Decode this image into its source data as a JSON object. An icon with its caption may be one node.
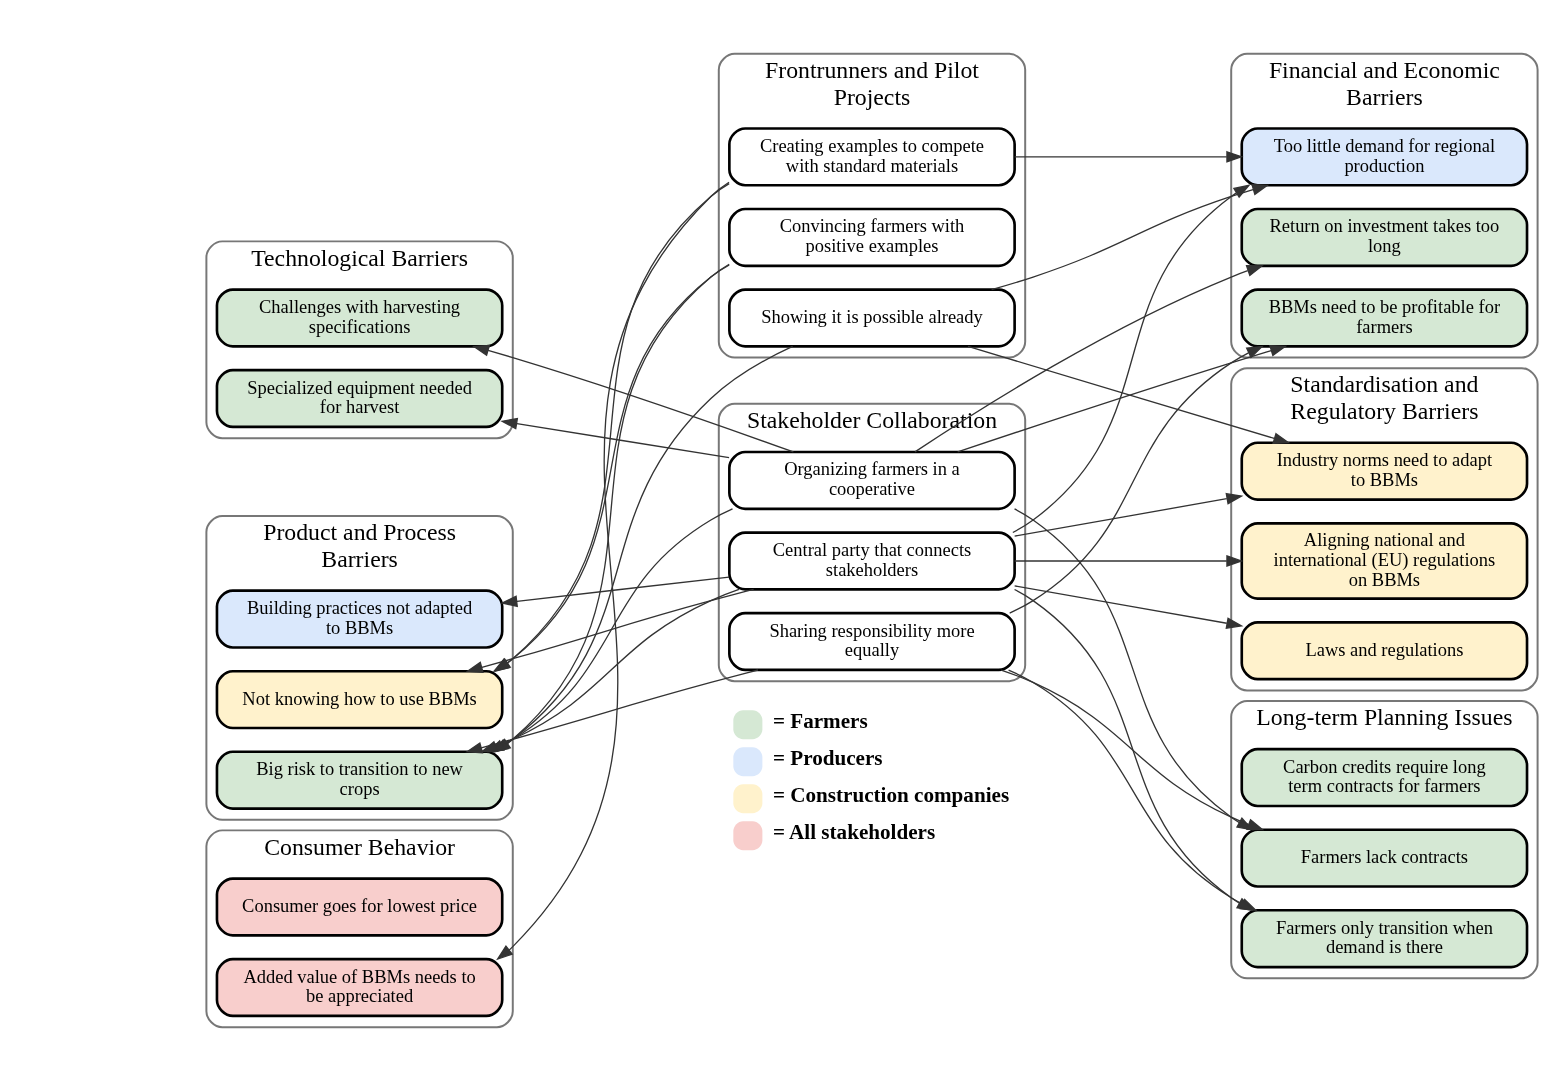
{
  "diagram": {
    "nodes": [
      {
        "text": [
          "Technological Barriers"
        ]
      },
      {
        "text": [
          "Challenges with harvesting specifications"
        ],
        "in": 0
      },
      {
        "text": [
          "Specialized equipment needed for harvest"
        ],
        "in": 0
      },
      {
        "text": [
          "Consumer Behavior"
        ]
      },
      {
        "text": [
          "Consumer goes for lowest price"
        ],
        "in": 3
      },
      {
        "text": [
          "Added value of BBMs needs to be appreciated"
        ],
        "in": 3
      },
      {
        "text": [
          "Product and Process Barriers"
        ]
      },
      {
        "text": [
          "Building practices not adapted to BBMs"
        ],
        "in": 6
      },
      {
        "text": [
          "Not knowing how to use BBMs"
        ],
        "in": 6
      },
      {
        "text": [
          "Big risk to transition to new crops"
        ],
        "in": 6
      },
      {
        "text": [
          "Frontrunners and Pilot Projects"
        ]
      },
      {
        "text": [
          "Showing it is possible already"
        ],
        "in": 10
      },
      {
        "text": [
          "Convincing farmers with positive examples"
        ],
        "in": 10
      },
      {
        "text": [
          "Creating examples to compete with standard materials"
        ],
        "in": 10
      },
      {
        "text": [
          "Stakeholder Collaboration"
        ]
      },
      {
        "text": [
          "Organizing farmers in a cooperative"
        ],
        "in": 14
      },
      {
        "text": [
          "Sharing responsibility more equally"
        ],
        "in": 14
      },
      {
        "text": [
          "Central party that connects stakeholders"
        ],
        "in": 14
      },
      {
        "text": [
          "Standardisation and Regulatory Barriers"
        ]
      },
      {
        "text": [
          "Industry norms need to adapt to BBMs"
        ],
        "in": 18
      },
      {
        "text": [
          "Laws and regulations"
        ],
        "in": 18
      },
      {
        "text": [
          "Aligning national and international (EU) regulations on BBMs"
        ],
        "in": 18
      },
      {
        "text": [
          "Financial and Economic Barriers"
        ]
      },
      {
        "text": [
          "BBMs need to be profitable for farmers"
        ],
        "in": 22
      },
      {
        "text": [
          "Too little demand for regional production"
        ],
        "in": 22
      },
      {
        "text": [
          "Return on investment takes too long"
        ],
        "in": 22
      },
      {
        "text": [
          "Long-term Planning Issues"
        ]
      },
      {
        "text": [
          "Farmers only transition when demand is there"
        ],
        "in": 26
      },
      {
        "text": [
          "Carbon credits require long term contracts for farmers"
        ],
        "in": 26
      },
      {
        "text": [
          "Farmers lack contracts"
        ],
        "in": 26
      }
    ],
    "edges": [
      {
        "from": 11,
        "to": 9,
        "arrow": "to"
      },
      {
        "from": 12,
        "to": 8,
        "arrow": "to"
      },
      {
        "from": 12,
        "to": 9,
        "arrow": "to"
      },
      {
        "from": 13,
        "to": 5,
        "arrow": "to"
      },
      {
        "from": 13,
        "to": 8,
        "arrow": "to"
      },
      {
        "from": 15,
        "to": 1,
        "arrow": "to"
      },
      {
        "from": 15,
        "to": 2,
        "arrow": "to"
      },
      {
        "from": 15,
        "to": 9,
        "arrow": "to"
      },
      {
        "from": 16,
        "to": 9,
        "arrow": "to"
      },
      {
        "from": 17,
        "to": 7,
        "arrow": "to"
      },
      {
        "from": 17,
        "to": 8,
        "arrow": "to"
      },
      {
        "from": 17,
        "to": 9,
        "arrow": "to"
      },
      {
        "from": 11,
        "to": 19,
        "arrow": "to"
      },
      {
        "from": 11,
        "to": 24,
        "arrow": "to"
      },
      {
        "from": 13,
        "to": 24,
        "arrow": "to"
      },
      {
        "from": 15,
        "to": 23,
        "arrow": "to"
      },
      {
        "from": 15,
        "to": 25,
        "arrow": "to"
      },
      {
        "from": 15,
        "to": 29,
        "arrow": "to"
      },
      {
        "from": 16,
        "to": 23,
        "arrow": "to"
      },
      {
        "from": 16,
        "to": 27,
        "arrow": "to"
      },
      {
        "from": 16,
        "to": 29,
        "arrow": "to"
      },
      {
        "from": 17,
        "to": 19,
        "arrow": "to"
      },
      {
        "from": 17,
        "to": 20,
        "arrow": "to"
      },
      {
        "from": 17,
        "to": 21,
        "arrow": "to"
      },
      {
        "from": 17,
        "to": 24,
        "arrow": "to"
      },
      {
        "from": 17,
        "to": 27,
        "arrow": "to"
      }
    ],
    "legend": [
      {
        "text": "= Farmers",
        "color": "#d5e8d4"
      },
      {
        "text": "= Producers",
        "color": "#dae8fc"
      },
      {
        "text": "= Construction companies",
        "color": "#fff2cc"
      },
      {
        "text": "= All stakeholders",
        "color": "#f8cecc"
      }
    ]
  }
}
